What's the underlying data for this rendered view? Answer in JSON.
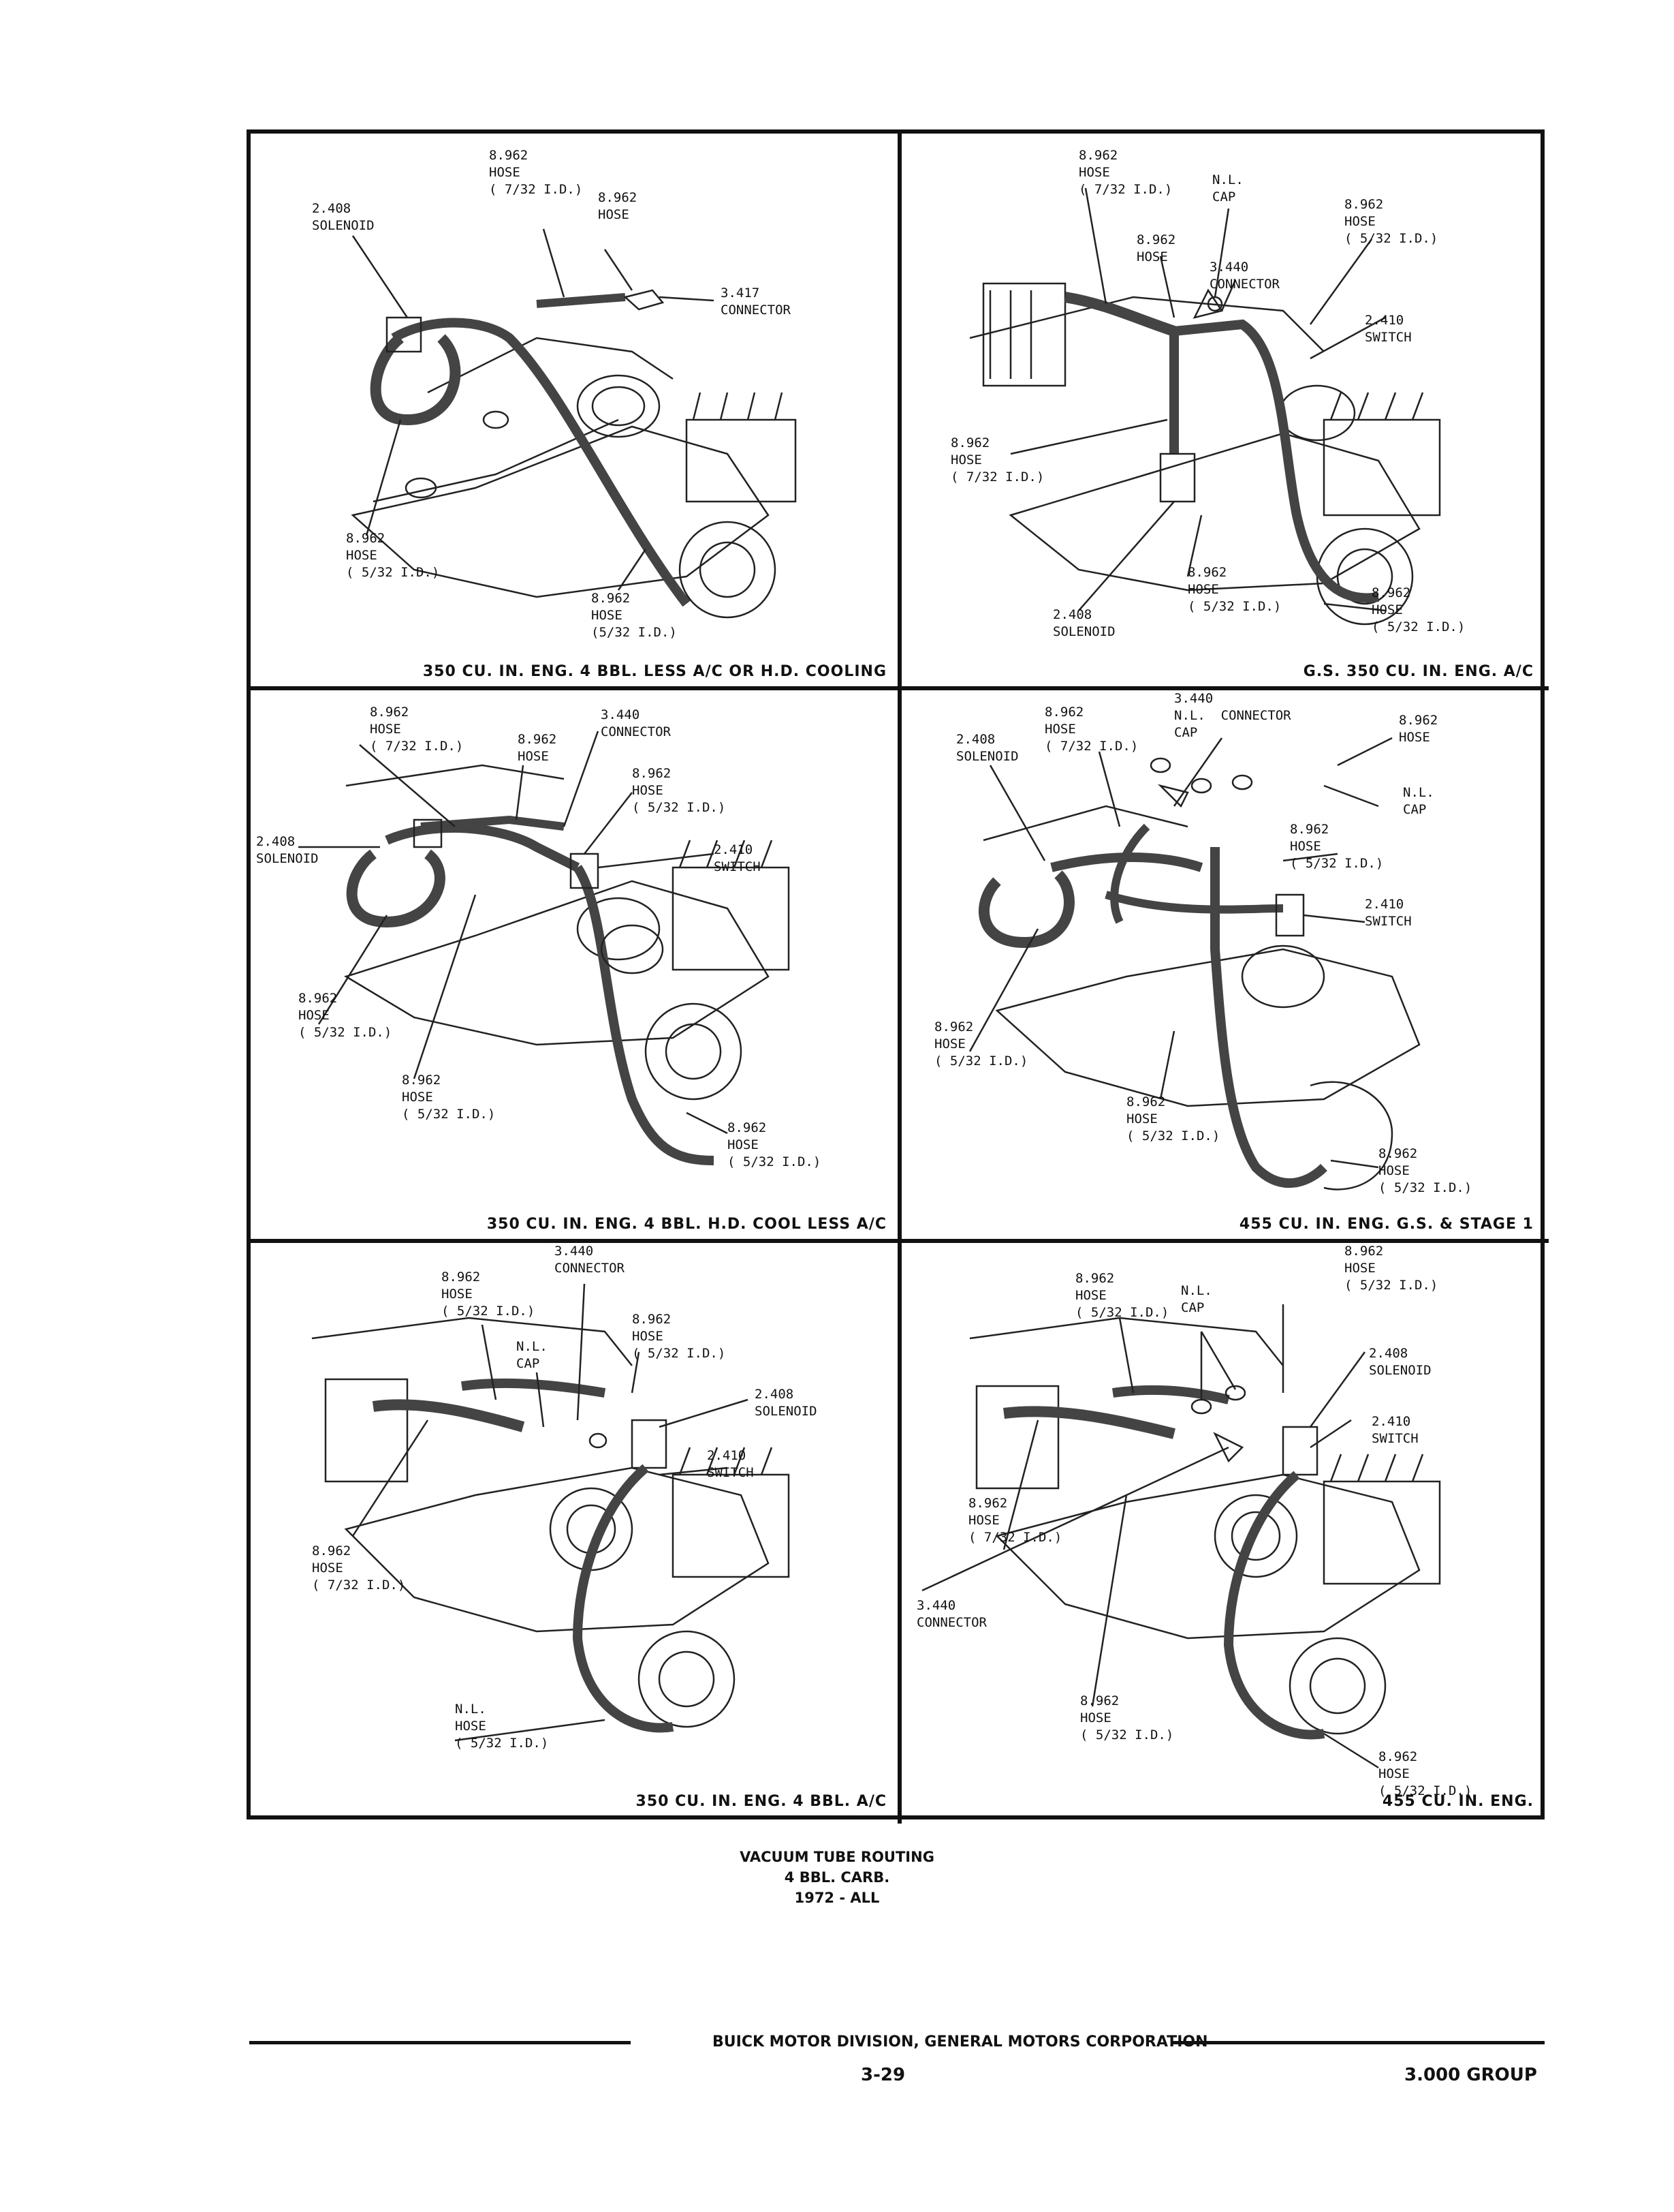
{
  "panels": [
    {
      "caption": "350 CU. IN. ENG. 4 BBL. LESS A/C OR H.D. COOLING",
      "labels": [
        "8.962\nHOSE\n( 7/32 I.D.)",
        "8.962\nHOSE",
        "2.408\nSOLENOID",
        "3.417\nCONNECTOR",
        "8.962\nHOSE\n( 5/32 I.D.)",
        "8.962\nHOSE\n(5/32 I.D.)"
      ]
    },
    {
      "caption": "G.S. 350 CU. IN. ENG. A/C",
      "labels": [
        "8.962\nHOSE\n( 7/32 I.D.)",
        "N.L.\nCAP",
        "8.962\nHOSE\n( 5/32 I.D.)",
        "8.962\nHOSE",
        "3.440\nCONNECTOR",
        "2.410\nSWITCH",
        "8.962\nHOSE\n( 7/32 I.D.)",
        "8.962\nHOSE\n( 5/32 I.D.)",
        "2.408\nSOLENOID",
        "8.962\nHOSE\n( 5/32 I.D.)"
      ]
    },
    {
      "caption": "350 CU. IN. ENG. 4 BBL. H.D. COOL LESS A/C",
      "labels": [
        "8.962\nHOSE\n( 7/32 I.D.)",
        "3.440\nCONNECTOR",
        "8.962\nHOSE",
        "8.962\nHOSE\n( 5/32 I.D.)",
        "2.408\nSOLENOID",
        "2.410\nSWITCH",
        "8.962\nHOSE\n( 5/32 I.D.)",
        "8.962\nHOSE\n( 5/32 I.D.)",
        "8.962\nHOSE\n( 5/32 I.D.)"
      ]
    },
    {
      "caption": "455 CU. IN. ENG.  G.S. & STAGE 1",
      "labels": [
        "8.962\nHOSE\n( 7/32 I.D.)",
        "3.440\nN.L.  CONNECTOR\nCAP",
        "8.962\nHOSE",
        "2.408\nSOLENOID",
        "N.L.\nCAP",
        "8.962\nHOSE\n( 5/32 I.D.)",
        "2.410\nSWITCH",
        "8.962\nHOSE\n( 5/32 I.D.)",
        "8.962\nHOSE\n( 5/32 I.D.)",
        "8.962\nHOSE\n( 5/32 I.D.)"
      ]
    },
    {
      "caption": "350 CU. IN. ENG. 4 BBL. A/C",
      "labels": [
        "3.440\nCONNECTOR",
        "8.962\nHOSE\n( 5/32 I.D.)",
        "8.962\nHOSE\n( 5/32 I.D.)",
        "N.L.\nCAP",
        "2.408\nSOLENOID",
        "2.410\nSWITCH",
        "8.962\nHOSE\n( 7/32 I.D.)",
        "N.L.\nHOSE\n( 5/32 I.D.)"
      ]
    },
    {
      "caption": "455 CU. IN. ENG.",
      "labels": [
        "8.962\nHOSE\n( 5/32 I.D.)",
        "8.962\nHOSE\n( 5/32 I.D.)",
        "N.L.\nCAP",
        "2.408\nSOLENOID",
        "2.410\nSWITCH",
        "8.962\nHOSE\n( 7/32 I.D.)",
        "3.440\nCONNECTOR",
        "8.962\nHOSE\n( 5/32 I.D.)",
        "8.962\nHOSE\n( 5/32 I.D.)"
      ]
    }
  ],
  "title": {
    "line1": "VACUUM TUBE ROUTING",
    "line2": "4 BBL. CARB.",
    "line3": "1972 - ALL"
  },
  "footer": {
    "division": "BUICK MOTOR DIVISION, GENERAL MOTORS CORPORATION",
    "page": "3-29",
    "group": "3.000 GROUP"
  }
}
